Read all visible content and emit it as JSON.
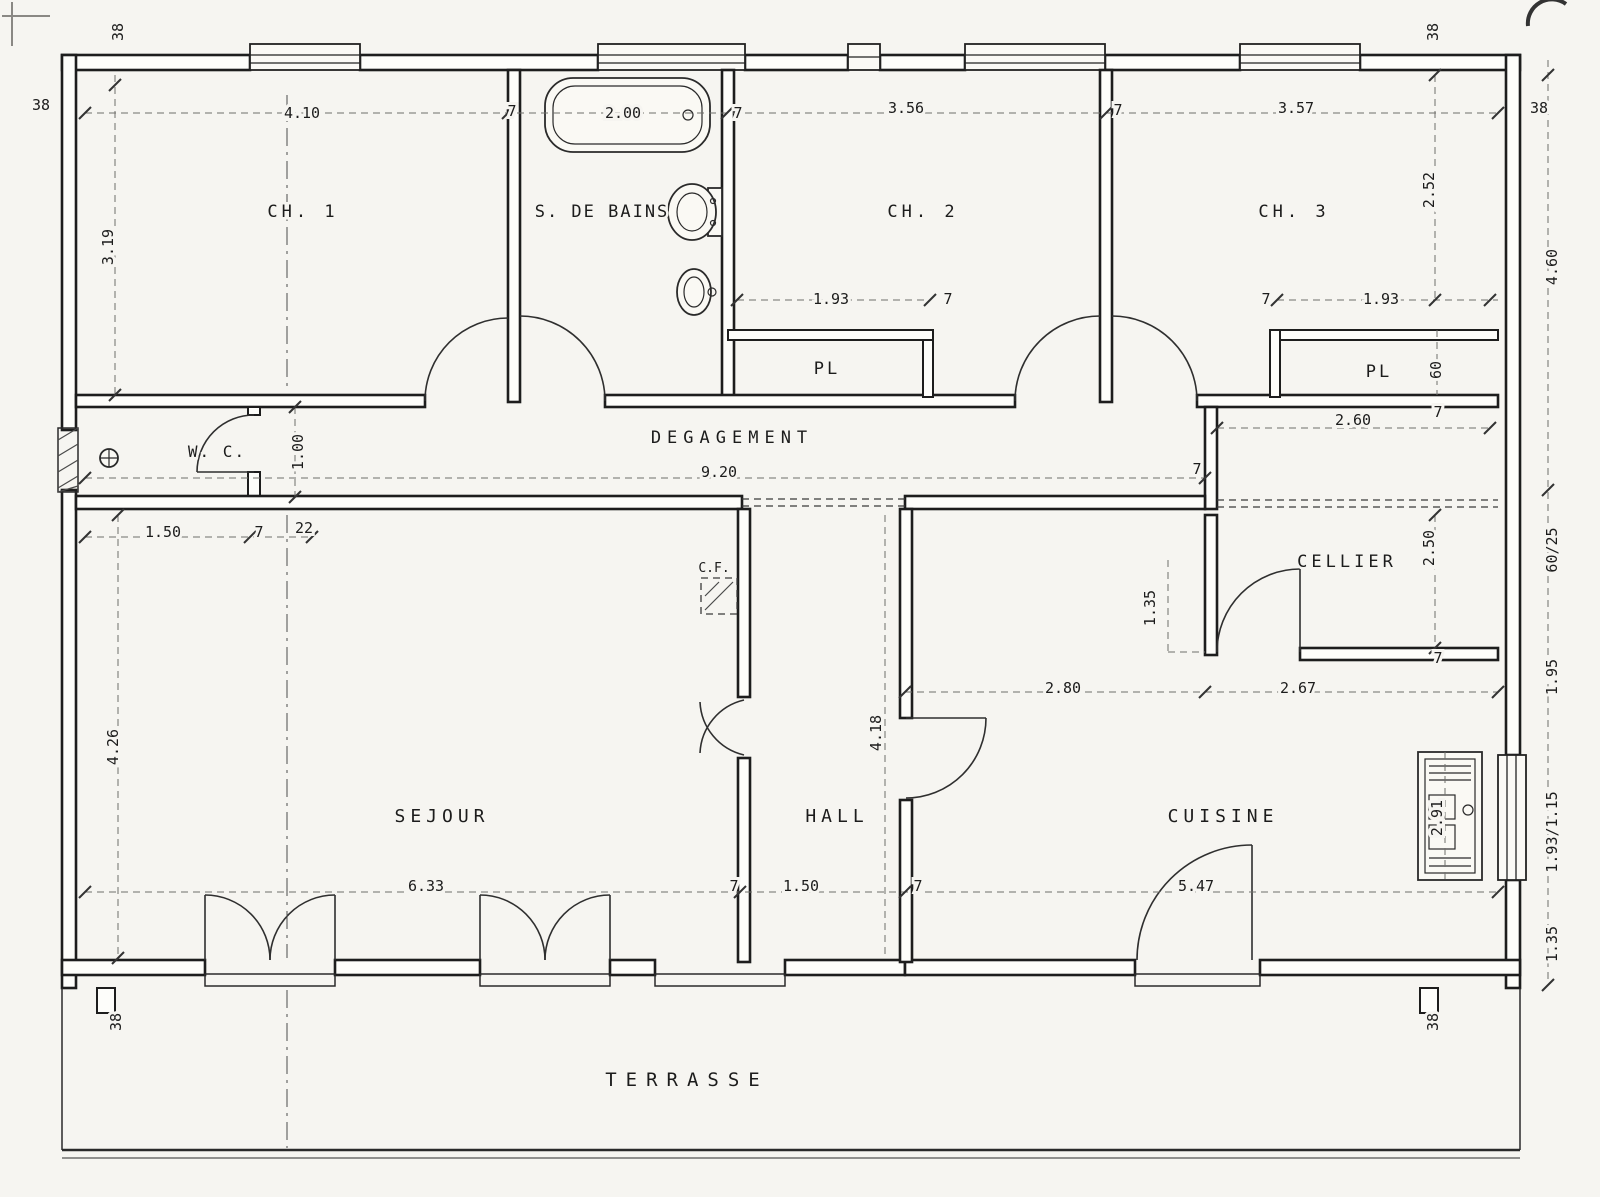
{
  "plan": {
    "rooms": {
      "ch1": "CH. 1",
      "sdb": "S. DE BAINS",
      "ch2": "CH. 2",
      "ch3": "CH. 3",
      "pl": "PL",
      "degagement": "DEGAGEMENT",
      "wc": "W. C.",
      "cf": "C.F.",
      "sejour": "SEJOUR",
      "hall": "HALL",
      "cuisine": "CUISINE",
      "cellier": "CELLIER",
      "terrasse": "TERRASSE"
    },
    "dims": {
      "d410": "4.10",
      "d200": "2.00",
      "d356": "3.56",
      "d357": "3.57",
      "d319": "3.19",
      "d252": "2.52",
      "d193": "1.93",
      "d60": "60",
      "d260": "2.60",
      "d920": "9.20",
      "d100": "1.00",
      "d150": "1.50",
      "d22": "22",
      "d426": "4.26",
      "d250": "2.50",
      "d135": "1.35",
      "d280": "2.80",
      "d267": "2.67",
      "d418": "4.18",
      "d633": "6.33",
      "d547": "5.47",
      "d291": "2.91",
      "wall7": "7",
      "wall38": "38"
    },
    "edge_labels": {
      "e1": "4.60",
      "e2": "60/25",
      "e3": "1.95",
      "e4": "1.93/1.15",
      "e5": "1.35"
    }
  }
}
